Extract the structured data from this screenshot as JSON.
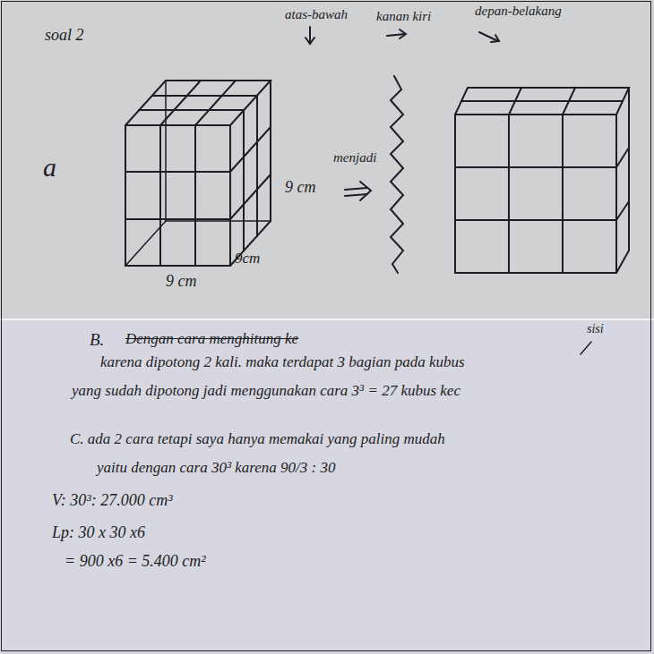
{
  "diagram": {
    "labels": [
      "atas-bawah",
      "kanan kiri",
      "depan-belakang",
      "soal 2",
      "a",
      "9 cm",
      "9cm",
      "9 cm",
      "menjadi",
      "B.",
      "Dengan cara menghitung ke",
      "sisi",
      "karena dipotong 2 kali. maka terdapat 3 bagian pada kubus",
      "yang sudah dipotong jadi menggunakan cara 3³ = 27 kubus kec",
      "C. ada 2 cara tetapi saya hanya memakai yang paling mudah",
      "yaitu dengan cara 30³ karena 90/3 : 30",
      "V: 30³: 27.000 cm³",
      "Lp: 30 x 30 x6",
      "= 900 x6 = 5.400 cm²"
    ]
  }
}
